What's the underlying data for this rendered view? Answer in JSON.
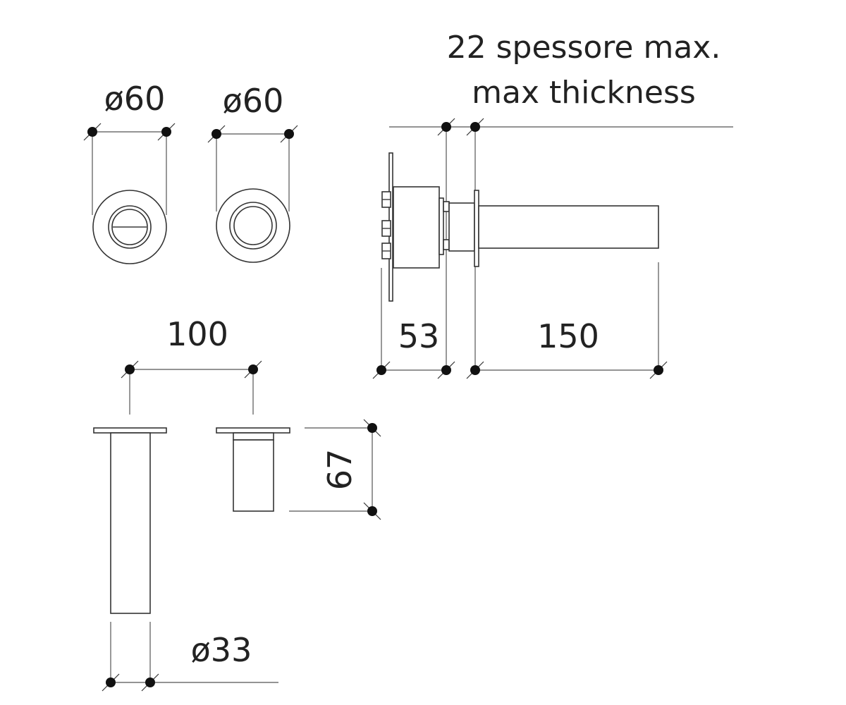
{
  "notes": {
    "thickness_it": "22 spessore max.",
    "thickness_en": "max thickness"
  },
  "dimensions": {
    "rosette_left_diameter": "ø60",
    "rosette_right_diameter": "ø60",
    "spacing": "100",
    "depth": "53",
    "spout_length": "150",
    "handle_height": "67",
    "spout_diameter": "ø33"
  }
}
